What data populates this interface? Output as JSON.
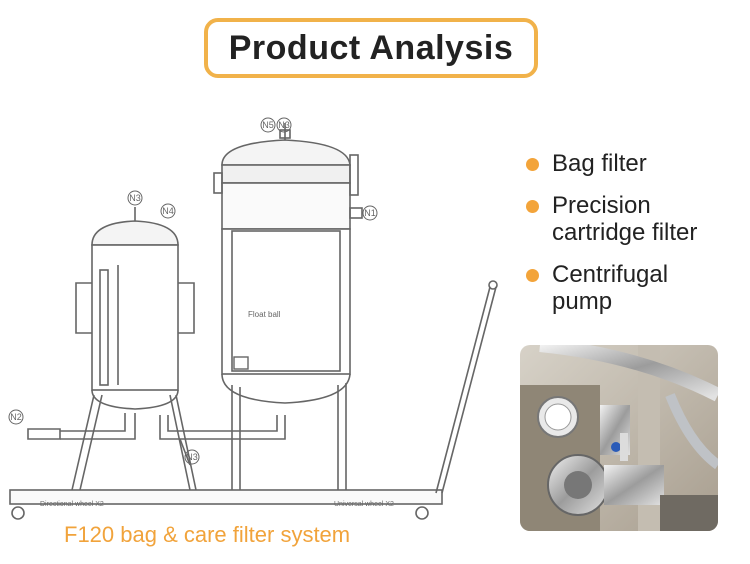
{
  "title": "Product Analysis",
  "features": [
    {
      "icon": "bullet-dot-icon",
      "text_lines": [
        "Bag filter"
      ]
    },
    {
      "icon": "bullet-dot-icon",
      "text_lines": [
        "Precision",
        "cartridge filter"
      ]
    },
    {
      "icon": "bullet-dot-icon",
      "text_lines": [
        "Centrifugal",
        "pump"
      ]
    }
  ],
  "caption": "F120 bag & care filter system",
  "drawing": {
    "float_label": "Float ball",
    "wheel_left": "Directional wheel X2",
    "wheel_right": "Universal wheel X2",
    "nozzles": [
      "N5",
      "N3",
      "N3",
      "N4",
      "N1",
      "N2",
      "N3"
    ]
  },
  "colors": {
    "accent": "#f1b24a",
    "bullet": "#f3a43a",
    "caption": "#f1a33b",
    "line": "#555555"
  },
  "photo": {
    "icon": "pump-photo"
  }
}
